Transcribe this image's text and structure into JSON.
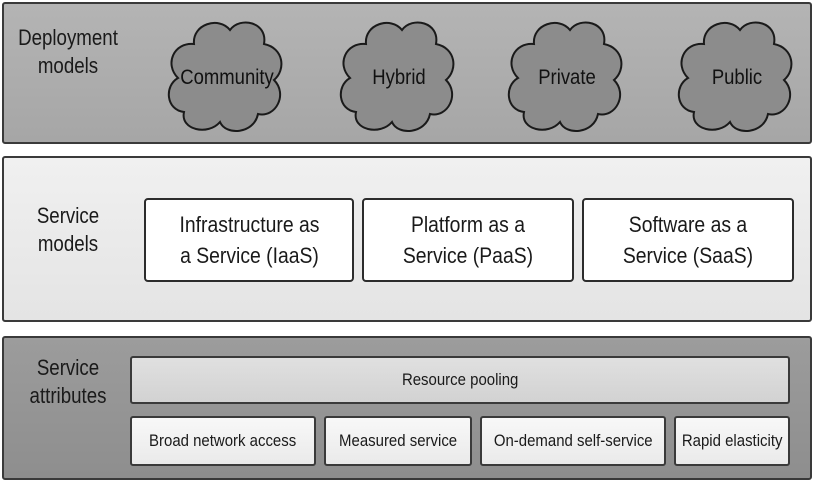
{
  "deployment": {
    "label": "Deployment\nmodels",
    "clouds": [
      "Community",
      "Hybrid",
      "Private",
      "Public"
    ]
  },
  "service": {
    "label": "Service\nmodels",
    "models": [
      "Infrastructure as\na Service (IaaS)",
      "Platform as a\nService (PaaS)",
      "Software as a\nService (SaaS)"
    ]
  },
  "attributes": {
    "label": "Service\nattributes",
    "pooling": "Resource pooling",
    "items": [
      "Broad network access",
      "Measured service",
      "On-demand self-service",
      "Rapid elasticity"
    ]
  },
  "colors": {
    "cloud_fill": "#8c8c8c",
    "outline": "#1a1a1a"
  }
}
